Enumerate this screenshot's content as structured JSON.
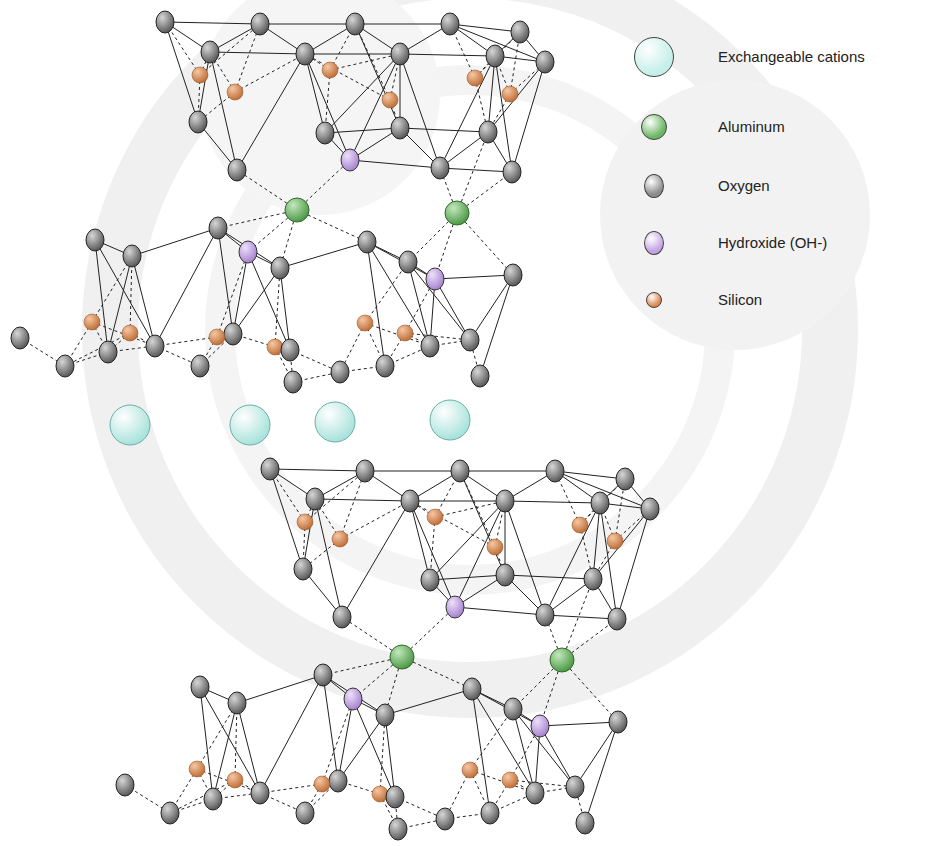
{
  "diagram": {
    "legend": [
      {
        "text": "Exchangeable cations",
        "color": "#c6efe9"
      },
      {
        "text": "Aluminum",
        "color": "#6cb765"
      },
      {
        "text": "Oxygen",
        "color": "#8c8c8c"
      },
      {
        "text": "Hydroxide (OH-)",
        "color": "#c4a3e3"
      },
      {
        "text": "Silicon",
        "color": "#d98850"
      }
    ]
  }
}
